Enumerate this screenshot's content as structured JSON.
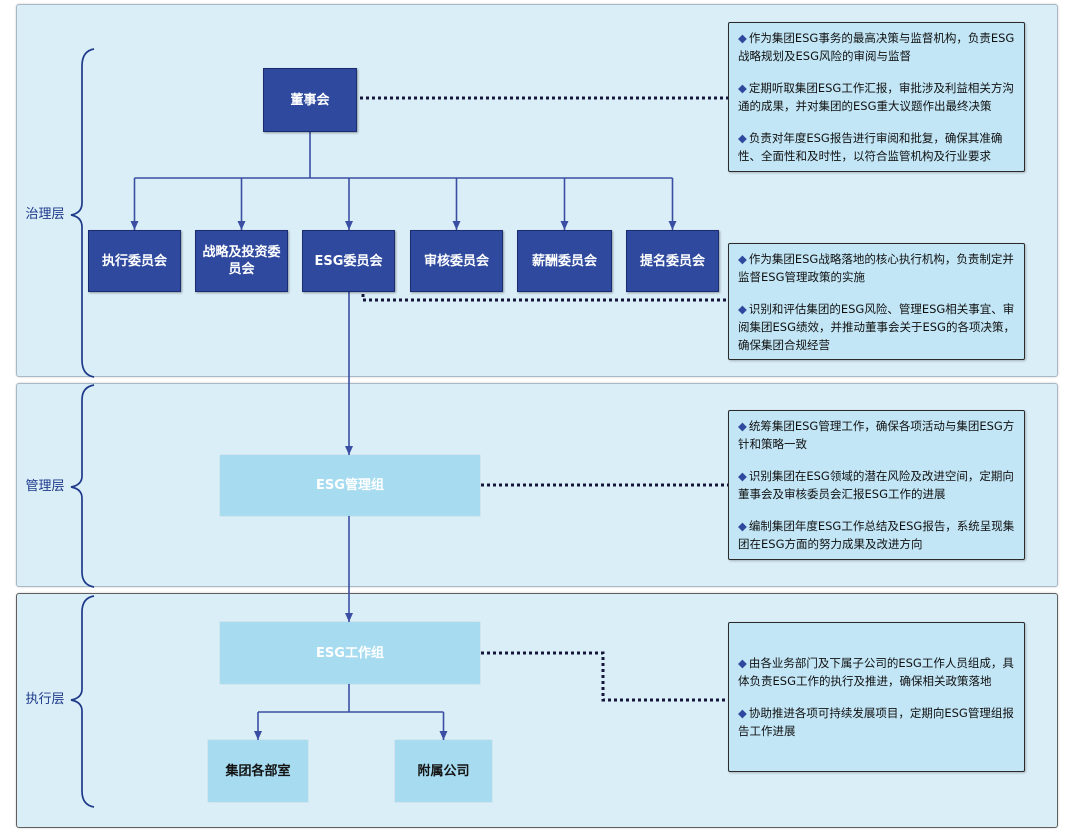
{
  "layers": {
    "governance": "治理层",
    "management": "管理层",
    "execution": "执行层"
  },
  "nodes": {
    "board": "董事会",
    "committees": [
      "执行委员会",
      "战略及投资委员会",
      "ESG委员会",
      "审核委员会",
      "薪酬委员会",
      "提名委员会"
    ],
    "esg_management_group": "ESG管理组",
    "esg_working_group": "ESG工作组",
    "group_departments": "集团各部室",
    "subsidiaries": "附属公司"
  },
  "bullet_glyph": "◆",
  "descriptions": {
    "board": [
      "作为集团ESG事务的最高决策与监督机构，负责ESG战略规划及ESG风险的审阅与监督",
      "定期听取集团ESG工作汇报，审批涉及利益相关方沟通的成果，并对集团的ESG重大议题作出最终决策",
      "负责对年度ESG报告进行审阅和批复，确保其准确性、全面性和及时性，以符合监管机构及行业要求"
    ],
    "esg_committee": [
      "作为集团ESG战略落地的核心执行机构，负责制定并监督ESG管理政策的实施",
      "识别和评估集团的ESG风险、管理ESG相关事宜、审阅集团ESG绩效，并推动董事会关于ESG的各项决策，确保集团合规经营"
    ],
    "esg_management_group": [
      "统筹集团ESG管理工作，确保各项活动与集团ESG方针和策略一致",
      "识别集团在ESG领域的潜在风险及改进空间，定期向董事会及审核委员会汇报ESG工作的进展",
      "编制集团年度ESG工作总结及ESG报告，系统呈现集团在ESG方面的努力成果及改进方向"
    ],
    "esg_working_group": [
      "由各业务部门及下属子公司的ESG工作人员组成，具体负责ESG工作的执行及推进，确保相关政策落地",
      "协助推进各项可持续发展项目，定期向ESG管理组报告工作进展"
    ]
  },
  "colors": {
    "dark_node": "#2e499d",
    "dark_node_border": "#1b2d70",
    "light_node": "#a7dbf0",
    "band_bg": "#daeef8",
    "desc_bg": "#c2e6f6",
    "connector": "#3a4fa3",
    "leader": "#16163a",
    "label": "#1e3a8a"
  }
}
